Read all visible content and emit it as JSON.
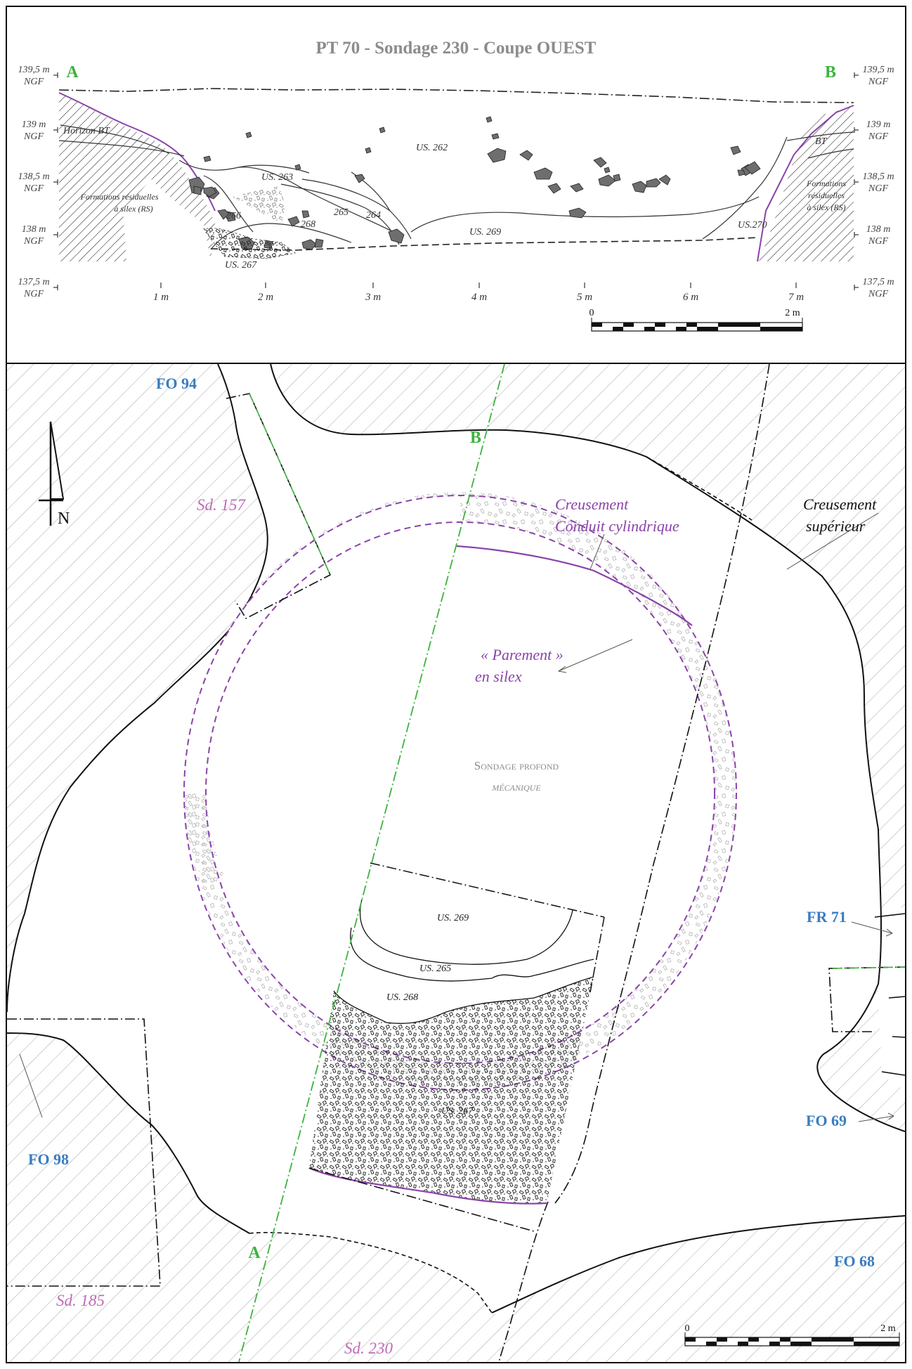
{
  "section": {
    "title": "PT 70 - Sondage 230 - Coupe OUEST",
    "point_a": "A",
    "point_b": "B",
    "elevations_left": [
      "139,5 m",
      "139 m",
      "138,5 m",
      "138 m",
      "137,5 m"
    ],
    "elevations_right": [
      "139,5 m",
      "139 m",
      "138,5 m",
      "138 m",
      "137,5 m"
    ],
    "ngf": "NGF",
    "distance_ticks": [
      "1 m",
      "2 m",
      "3 m",
      "4 m",
      "5 m",
      "6 m",
      "7 m"
    ],
    "layers": {
      "horizon_bt": "Horizon BT",
      "bt": "BT",
      "formations_left": [
        "Formations résiduelles",
        "à silex (RS)"
      ],
      "formations_right": [
        "Formations",
        "résiduelles",
        "à silex (RS)"
      ],
      "us262": "US. 262",
      "us263": "US. 263",
      "us264": "264",
      "us265": "265",
      "us266": "266",
      "us267": "US. 267",
      "us268": "268",
      "us269": "US. 269",
      "us270": "US.270"
    },
    "scale": {
      "start": "0",
      "end": "2 m"
    }
  },
  "plan": {
    "north": "N",
    "point_a": "A",
    "point_b": "B",
    "fo94": "FO 94",
    "fo98": "FO 98",
    "fo69": "FO 69",
    "fo68": "FO 68",
    "fr71": "FR 71",
    "sd157": "Sd. 157",
    "sd185": "Sd. 185",
    "sd230": "Sd. 230",
    "creusement_conduit": [
      "Creusement",
      "Conduit cylindrique"
    ],
    "creusement_superieur": [
      "Creusement",
      "supérieur"
    ],
    "parement": [
      "« Parement »",
      "en silex"
    ],
    "sondage_profond": [
      "Sondage profond",
      "mécanique"
    ],
    "us269": "US. 269",
    "us265": "US. 265",
    "us268": "US. 268",
    "us267": "US. 267",
    "scale": {
      "start": "0",
      "end": "2 m"
    }
  },
  "colors": {
    "label_blue": "#3a7cc0",
    "point_green": "#3db33d",
    "purple": "#8a44a8",
    "sd_pink": "#c06ab8",
    "title_grey": "#8c8c8c"
  }
}
